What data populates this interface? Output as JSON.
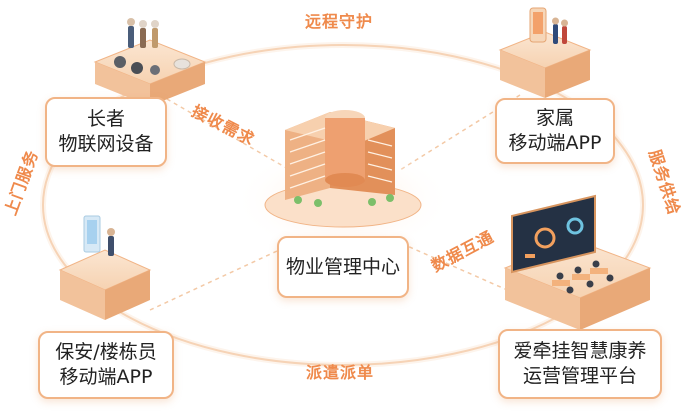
{
  "nodes": {
    "elderly": {
      "line1": "长者",
      "line2": "物联网设备"
    },
    "family": {
      "line1": "家属",
      "line2": "移动端APP"
    },
    "center": {
      "line1": "物业管理中心"
    },
    "security": {
      "line1": "保安/楼栋员",
      "line2": "移动端APP"
    },
    "platform": {
      "line1": "爱牵挂智慧康养",
      "line2": "运营管理平台"
    }
  },
  "connections": {
    "top": "远程守护",
    "right": "服务供给",
    "bottom": "派遣派单",
    "left": "上门服务",
    "receive": "接收需求",
    "data": "数据互通"
  },
  "colors": {
    "accent": "#ef8a4c",
    "ring": "#f3c9a6",
    "platform_base": "#f7d3b3",
    "building": "#e99a5f"
  }
}
